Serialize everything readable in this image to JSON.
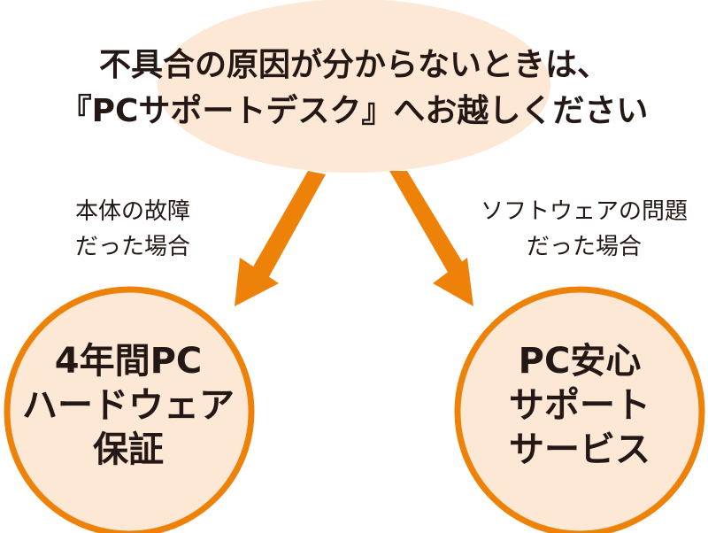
{
  "colors": {
    "accent_orange": "#EE8209",
    "bubble_fill": "#FCE8D4",
    "text": "#231815",
    "background": "#FFFFFF"
  },
  "headline": {
    "line1": "不具合の原因が分からないときは、",
    "line2": "『PCサポートデスク』へお越しください"
  },
  "branches": {
    "left": {
      "label_line1": "本体の故障",
      "label_line2": "だった場合",
      "arrow_icon": "arrow-down-left-icon",
      "destination": {
        "line1": "4年間PC",
        "line2": "ハードウェア",
        "line3": "保証"
      }
    },
    "right": {
      "label_line1": "ソフトウェアの問題",
      "label_line2": "だった場合",
      "arrow_icon": "arrow-down-right-icon",
      "destination": {
        "line1": "PC安心",
        "line2": "サポート",
        "line3": "サービス"
      }
    }
  }
}
